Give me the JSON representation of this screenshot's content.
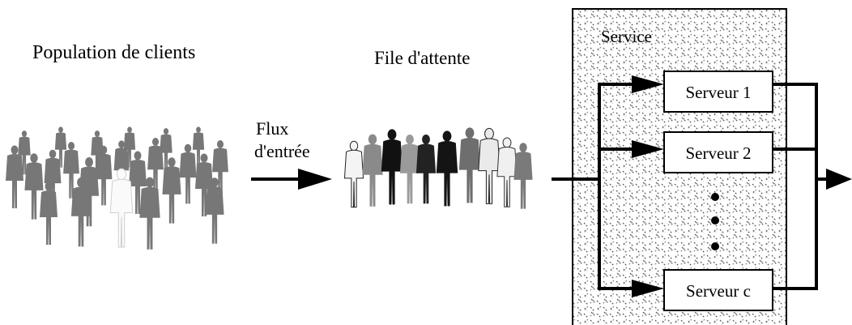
{
  "population_label": "Population de clients",
  "queue_label": "File d'attente",
  "flow_label_line1": "Flux",
  "flow_label_line2": "d'entrée",
  "service_label": "Service",
  "servers": [
    {
      "label": "Serveur 1"
    },
    {
      "label": "Serveur 2"
    },
    {
      "label": "Serveur c"
    }
  ],
  "colors": {
    "crowd": "#777777",
    "crowd_light": "#f2f2f2",
    "service_bg": "#ffffff",
    "service_hatch": "#444444",
    "line": "#000000"
  }
}
